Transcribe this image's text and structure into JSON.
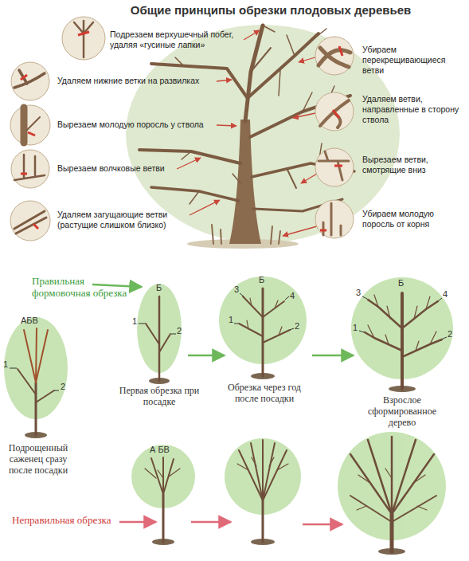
{
  "diagram": {
    "title": "Общие принципы обрезки плодовых деревьев",
    "labels": [
      "Подрезаем верхушечный побег, удаляя «гусиные лапки»",
      "Убираем перекрещивающиеся ветви",
      "Удаляем нижние ветки на развилках",
      "Удаляем ветви, направленные в сторону ствола",
      "Вырезаем молодую поросль у ствола",
      "Вырезаем волчковые ветви",
      "Вырезаем ветви, смотрящие вниз",
      "Удаляем загущающие ветви (растущие слишком близко)",
      "Убираем молодую поросль от корня",
      "Правильная формовочная обрезка",
      "АБВ",
      "1",
      "2",
      "Б",
      "1",
      "2",
      "Б",
      "3",
      "4",
      "1",
      "2",
      "Б",
      "3",
      "4",
      "1",
      "2",
      "Подрощенный саженец сразу после посадки",
      "Первая обрезка при посадке",
      "Обрезка через год после посадки",
      "Взрослое сформированное дерево",
      "А БВ",
      "Неправильная обрезка"
    ]
  }
}
